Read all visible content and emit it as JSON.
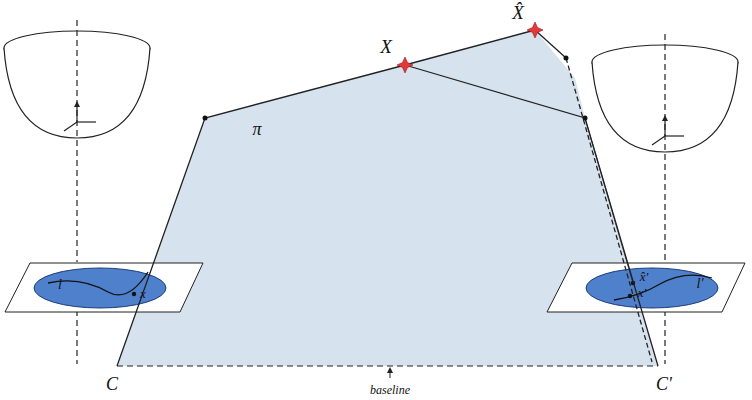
{
  "diagram": {
    "labels": [
      "X",
      "X̂",
      "π",
      "l",
      "x",
      "x̂'",
      "x'",
      "l'",
      "C",
      "C'",
      "baseline"
    ]
  }
}
